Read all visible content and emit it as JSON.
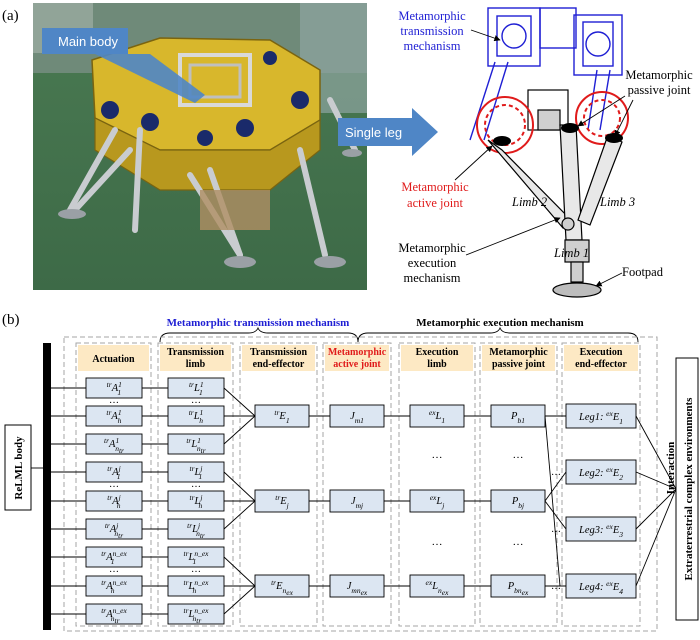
{
  "panel_a": {
    "label": "(a)",
    "main_body": "Main body",
    "single_leg": "Single leg",
    "trans_mech": [
      "Metamorphic",
      "transmission",
      "mechanism"
    ],
    "passive_joint": [
      "Metamorphic",
      "passive joint"
    ],
    "active_joint": [
      "Metamorphic",
      "active joint"
    ],
    "limb2": "Limb 2",
    "limb3": "Limb 3",
    "limb1": "Limb 1",
    "exec_mech": [
      "Metamorphic",
      "execution",
      "mechanism"
    ],
    "footpad": "Footpad"
  },
  "panel_b": {
    "label": "(b)",
    "brace_transmission": "Metamorphic transmission mechanism",
    "brace_execution": "Metamorphic execution mechanism",
    "body_label": "ReLML body",
    "interaction": "Interaction",
    "environments": "Extraterrestrial complex environments",
    "dots": "…",
    "columns": {
      "actuation": [
        "Actuation"
      ],
      "transmission_limb": [
        "Transmission",
        "limb"
      ],
      "transmission_end": [
        "Transmission",
        "end-effector"
      ],
      "active_joint": [
        "Metamorphic",
        "active joint"
      ],
      "execution_limb": [
        "Execution",
        "limb"
      ],
      "passive_joint": [
        "Metamorphic",
        "passive joint"
      ],
      "execution_end": [
        "Execution",
        "end-effector"
      ]
    },
    "actuation_cells": [
      {
        "pre": "tr",
        "base": "A",
        "sup": "1",
        "sub": "1"
      },
      {
        "pre": "tr",
        "base": "A",
        "sup": "1",
        "sub": "h"
      },
      {
        "pre": "tr",
        "base": "A",
        "sup": "1",
        "sub": "n_tr"
      },
      {
        "pre": "tr",
        "base": "A",
        "sup": "j",
        "sub": "1"
      },
      {
        "pre": "tr",
        "base": "A",
        "sup": "j",
        "sub": "h"
      },
      {
        "pre": "tr",
        "base": "A",
        "sup": "j",
        "sub": "n_tr"
      },
      {
        "pre": "tr",
        "base": "A",
        "sup": "n_ex",
        "sub": "1"
      },
      {
        "pre": "tr",
        "base": "A",
        "sup": "n_ex",
        "sub": "h"
      },
      {
        "pre": "tr",
        "base": "A",
        "sup": "n_ex",
        "sub": "n_tr"
      }
    ],
    "limb_cells": [
      {
        "pre": "tr",
        "base": "L",
        "sup": "1",
        "sub": "1"
      },
      {
        "pre": "tr",
        "base": "L",
        "sup": "1",
        "sub": "h"
      },
      {
        "pre": "tr",
        "base": "L",
        "sup": "1",
        "sub": "n_tr"
      },
      {
        "pre": "tr",
        "base": "L",
        "sup": "j",
        "sub": "1"
      },
      {
        "pre": "tr",
        "base": "L",
        "sup": "j",
        "sub": "h"
      },
      {
        "pre": "tr",
        "base": "L",
        "sup": "j",
        "sub": "n_tr"
      },
      {
        "pre": "tr",
        "base": "L",
        "sup": "n_ex",
        "sub": "1"
      },
      {
        "pre": "tr",
        "base": "L",
        "sup": "n_ex",
        "sub": "h"
      },
      {
        "pre": "tr",
        "base": "L",
        "sup": "n_ex",
        "sub": "n_tr"
      }
    ],
    "trans_end_cells": [
      {
        "pre": "tr",
        "base": "E",
        "sub": "1"
      },
      {
        "pre": "tr",
        "base": "E",
        "sub": "j"
      },
      {
        "pre": "tr",
        "base": "E",
        "sub": "n_ex"
      }
    ],
    "active_joint_cells": [
      {
        "base": "J",
        "sub": "m1"
      },
      {
        "base": "J",
        "sub": "mj"
      },
      {
        "base": "J",
        "sub": "mn_ex"
      }
    ],
    "exec_limb_cells": [
      {
        "pre": "ex",
        "base": "L",
        "sub": "1"
      },
      {
        "pre": "ex",
        "base": "L",
        "sub": "j"
      },
      {
        "pre": "ex",
        "base": "L",
        "sub": "n_ex"
      }
    ],
    "passive_cells": [
      {
        "base": "P",
        "sub": "b1"
      },
      {
        "base": "P",
        "sub": "bj"
      },
      {
        "base": "P",
        "sub": "bn_ex"
      }
    ],
    "legs": [
      {
        "name": "Leg1:",
        "pre": "ex",
        "base": "E",
        "sub": "1"
      },
      {
        "name": "Leg2:",
        "pre": "ex",
        "base": "E",
        "sub": "2"
      },
      {
        "name": "Leg3:",
        "pre": "ex",
        "base": "E",
        "sub": "3"
      },
      {
        "name": "Leg4:",
        "pre": "ex",
        "base": "E",
        "sub": "4"
      }
    ]
  },
  "colors": {
    "blue_label": "#1f1fd4",
    "red_label": "#e01b1b",
    "cell_fill": "#dce6f2",
    "header_fill": "#fde9c4",
    "arrow_fill": "#4f86c6"
  }
}
